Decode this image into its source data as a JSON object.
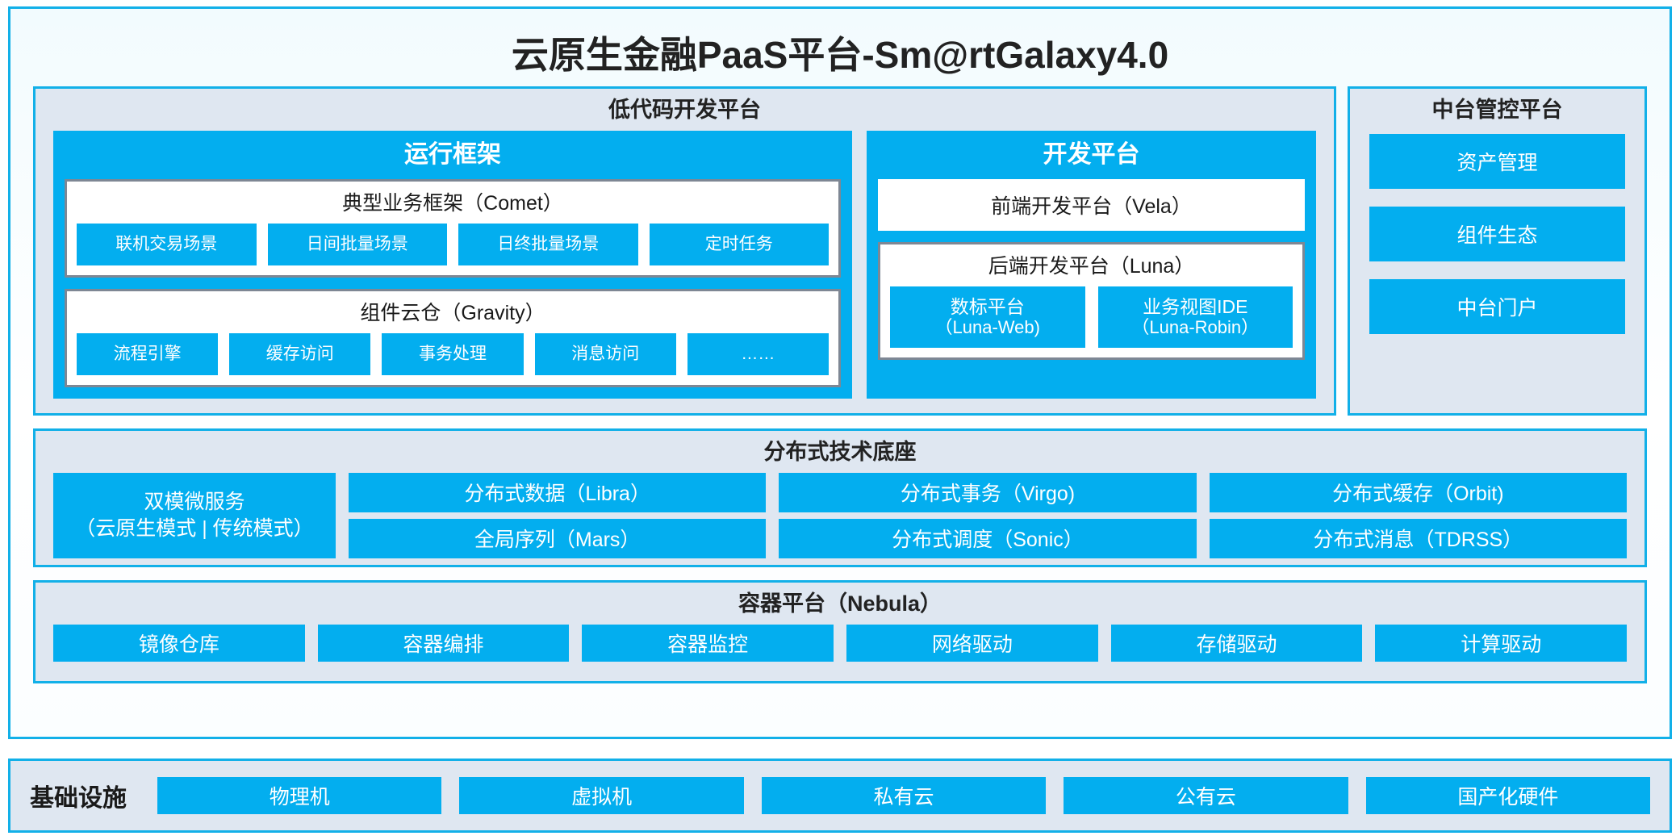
{
  "title": "云原生金融PaaS平台-Sm@rtGalaxy4.0",
  "colors": {
    "accent_blue": "#03AEEF",
    "frame_blue": "#12B0E8",
    "panel_fill": "#DFE7F1",
    "box_border_gray": "#7E8794",
    "text_dark": "#222222",
    "text_on_blue": "#FFFFFF"
  },
  "lowcode": {
    "title": "低代码开发平台",
    "runtime": {
      "title": "运行框架",
      "comet": {
        "title": "典型业务框架（Comet）",
        "chips": [
          "联机交易场景",
          "日间批量场景",
          "日终批量场景",
          "定时任务"
        ]
      },
      "gravity": {
        "title": "组件云仓（Gravity）",
        "chips": [
          "流程引擎",
          "缓存访问",
          "事务处理",
          "消息访问",
          "……"
        ]
      }
    },
    "devplatform": {
      "title": "开发平台",
      "frontend": "前端开发平台（Vela）",
      "backend": {
        "title": "后端开发平台（Luna）",
        "chips": [
          {
            "name": "数标平台",
            "sub": "（Luna-Web)"
          },
          {
            "name": "业务视图IDE",
            "sub": "（Luna-Robin）"
          }
        ]
      }
    }
  },
  "midoffice": {
    "title": "中台管控平台",
    "items": [
      "资产管理",
      "组件生态",
      "中台门户"
    ]
  },
  "techbase": {
    "title": "分布式技术底座",
    "wide": {
      "line1": "双模微服务",
      "line2": "（云原生模式 | 传统模式）"
    },
    "columns": [
      [
        "分布式数据（Libra）",
        "全局序列（Mars）"
      ],
      [
        "分布式事务（Virgo)",
        "分布式调度（Sonic）"
      ],
      [
        "分布式缓存（Orbit)",
        "分布式消息（TDRSS）"
      ]
    ]
  },
  "container": {
    "title": "容器平台（Nebula）",
    "chips": [
      "镜像仓库",
      "容器编排",
      "容器监控",
      "网络驱动",
      "存储驱动",
      "计算驱动"
    ]
  },
  "infrastructure": {
    "label": "基础设施",
    "chips": [
      "物理机",
      "虚拟机",
      "私有云",
      "公有云",
      "国产化硬件"
    ]
  }
}
